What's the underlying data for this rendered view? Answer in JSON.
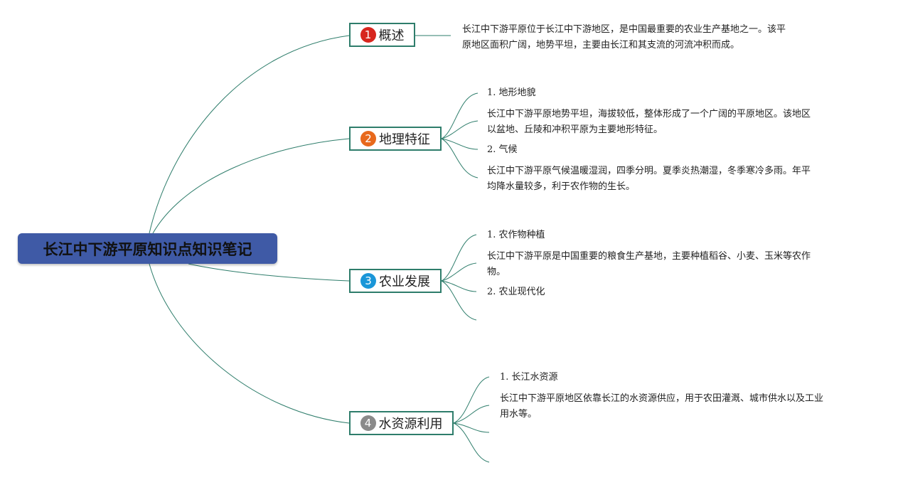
{
  "root": {
    "title": "长江中下游平原知识点知识笔记"
  },
  "colors": {
    "root_fill": "#3f5aa6",
    "line": "#2e7d6b",
    "badge1": "#d7261e",
    "badge2": "#e8691c",
    "badge3": "#1a96d8",
    "badge4": "#8a8a8a"
  },
  "branches": [
    {
      "number": "1",
      "label": "概述",
      "items": [
        {
          "text": "长江中下游平原位于长江中下游地区，是中国最重要的农业生产基地之一。该平"
        },
        {
          "text": "原地区面积广阔，地势平坦，主要由长江和其支流的河流冲积而成。"
        }
      ]
    },
    {
      "number": "2",
      "label": "地理特征",
      "items": [
        {
          "heading": "1. 地形地貌"
        },
        {
          "line1": "长江中下游平原地势平坦，海拔较低，整体形成了一个广阔的平原地区。该地区",
          "line2": "以盆地、丘陵和冲积平原为主要地形特征。"
        },
        {
          "heading": "2. 气候"
        },
        {
          "line1": "长江中下游平原气候温暖湿润，四季分明。夏季炎热潮湿，冬季寒冷多雨。年平",
          "line2": "均降水量较多，利于农作物的生长。"
        }
      ]
    },
    {
      "number": "3",
      "label": "农业发展",
      "items": [
        {
          "heading": "1. 农作物种植"
        },
        {
          "line1": "长江中下游平原是中国重要的粮食生产基地，主要种植稻谷、小麦、玉米等农作",
          "line2": "物。"
        },
        {
          "heading": "2. 农业现代化"
        }
      ]
    },
    {
      "number": "4",
      "label": "水资源利用",
      "items": [
        {
          "heading": "1. 长江水资源"
        },
        {
          "line1": "长江中下游平原地区依靠长江的水资源供应，用于农田灌溉、城市供水以及工业",
          "line2": "用水等。"
        }
      ]
    }
  ]
}
